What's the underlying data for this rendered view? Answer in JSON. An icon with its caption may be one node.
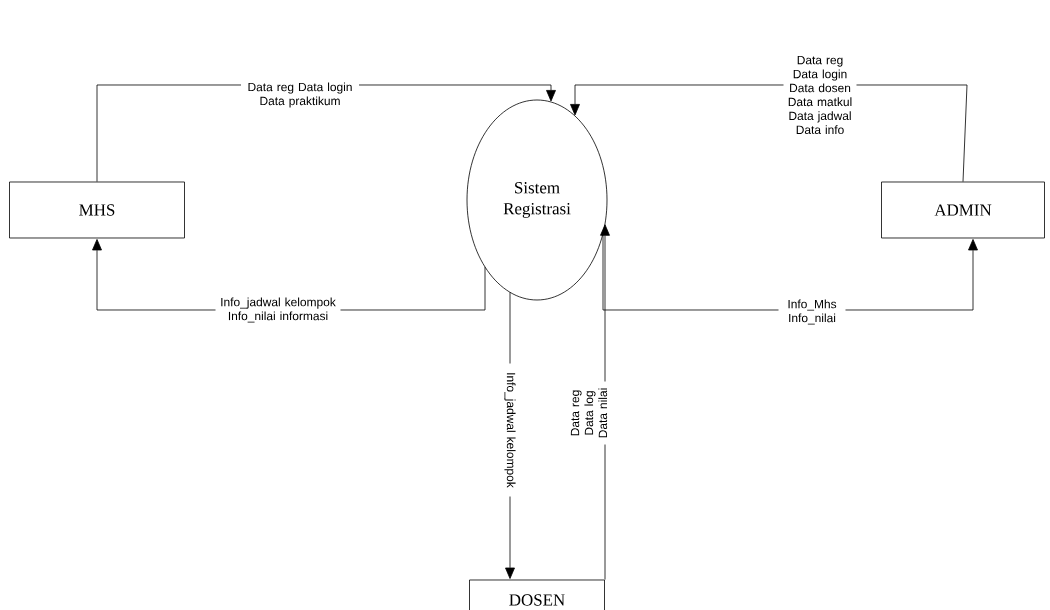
{
  "diagram": {
    "nodes": [
      {
        "text": [
          "MHS"
        ]
      },
      {
        "text": [
          "Sistem Registrasi"
        ]
      },
      {
        "text": [
          "ADMIN"
        ]
      },
      {
        "text": [
          "DOSEN"
        ]
      }
    ],
    "edges": [
      {
        "from": 0,
        "to": 1,
        "arrow": "to",
        "label": "Data reg Data login Data praktikum"
      },
      {
        "from": 2,
        "to": 1,
        "arrow": "to",
        "label": "Data reg Data login Data dosen Data matkul Data jadwal Data info"
      },
      {
        "from": 1,
        "to": 0,
        "arrow": "to",
        "label": "Info_jadwal kelompok Info_nilai informasi"
      },
      {
        "from": 1,
        "to": 2,
        "arrow": "to",
        "label": "Info_Mhs Info_nilai"
      },
      {
        "from": 1,
        "to": 3,
        "arrow": "to",
        "label": "Info_jadwal kelompok"
      },
      {
        "from": 3,
        "to": 1,
        "arrow": "to",
        "label": "Data reg Data log Data nilai"
      }
    ]
  }
}
